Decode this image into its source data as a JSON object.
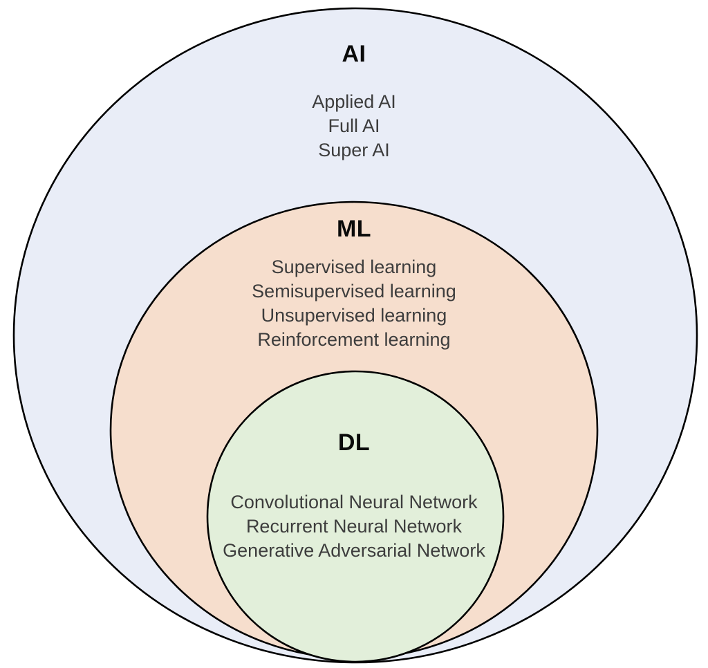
{
  "diagram": {
    "type": "nested-euler",
    "outline_color": "#000000",
    "text_color": "#3d3d3d",
    "sets": [
      {
        "id": "ai",
        "label": "AI",
        "fill": "#e9edf7",
        "items": [
          "Applied AI",
          "Full AI",
          "Super AI"
        ]
      },
      {
        "id": "ml",
        "label": "ML",
        "fill": "#f6decd",
        "items": [
          "Supervised learning",
          "Semisupervised learning",
          "Unsupervised learning",
          "Reinforcement learning"
        ]
      },
      {
        "id": "dl",
        "label": "DL",
        "fill": "#e2efda",
        "items": [
          "Convolutional Neural Network",
          "Recurrent Neural Network",
          "Generative Adversarial Network"
        ]
      }
    ]
  }
}
